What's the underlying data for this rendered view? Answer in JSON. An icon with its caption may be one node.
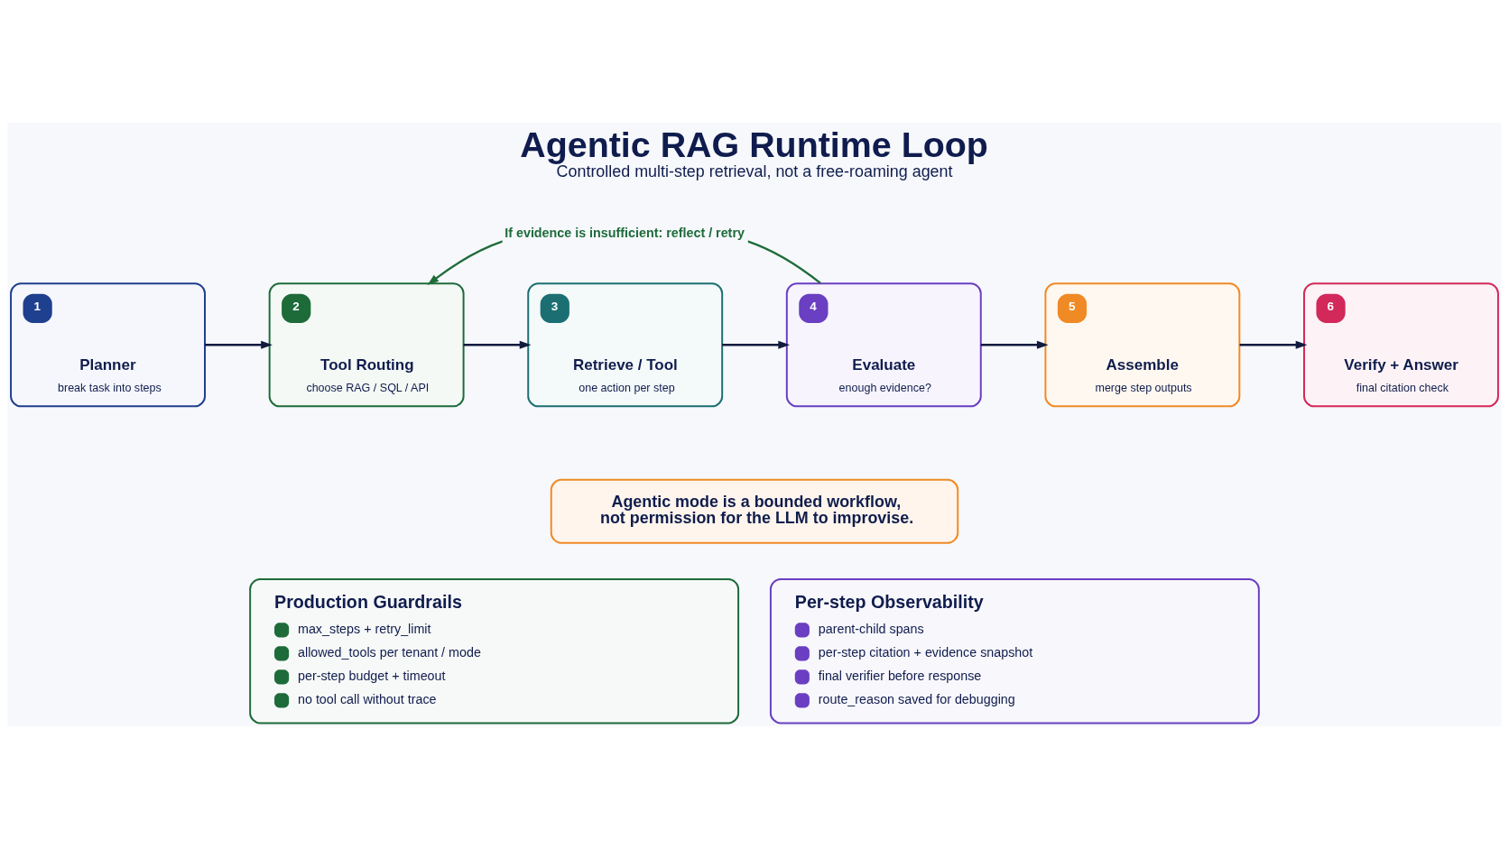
{
  "diagram": {
    "title": "Agentic RAG Runtime Loop",
    "caption": "Controlled multi-step retrieval, not a free-roaming agent",
    "nodes": [
      {
        "text": [
          "1",
          "Planner",
          "break task into steps"
        ]
      },
      {
        "text": [
          "2",
          "Tool Routing",
          "choose RAG / SQL / API"
        ]
      },
      {
        "text": [
          "3",
          "Retrieve / Tool",
          "one action per step"
        ]
      },
      {
        "text": [
          "4",
          "Evaluate",
          "enough evidence?"
        ]
      },
      {
        "text": [
          "5",
          "Assemble",
          "merge step outputs"
        ]
      },
      {
        "text": [
          "6",
          "Verify + Answer",
          "final citation check"
        ]
      },
      {
        "text": [
          "Agentic mode is a bounded workflow, not permission for the LLM to improvise."
        ]
      },
      {
        "text": [
          "Production Guardrails",
          "max_steps + retry_limit",
          "allowed_tools per tenant / mode",
          "per-step budget + timeout",
          "no tool call without trace"
        ]
      },
      {
        "text": [
          "Per-step Observability",
          "parent-child spans",
          "per-step citation + evidence snapshot",
          "final verifier before response",
          "route_reason saved for debugging"
        ]
      }
    ],
    "edges": [
      {
        "from": 0,
        "to": 1,
        "arrow": "to"
      },
      {
        "from": 1,
        "to": 2,
        "arrow": "to"
      },
      {
        "from": 2,
        "to": 3,
        "arrow": "to"
      },
      {
        "from": 3,
        "to": 4,
        "arrow": "to"
      },
      {
        "from": 4,
        "to": 5,
        "arrow": "to"
      },
      {
        "from": 3,
        "to": 1,
        "arrow": "to",
        "label": "If evidence is insufficient: reflect / retry",
        "color": "#1e6b3a"
      }
    ]
  }
}
